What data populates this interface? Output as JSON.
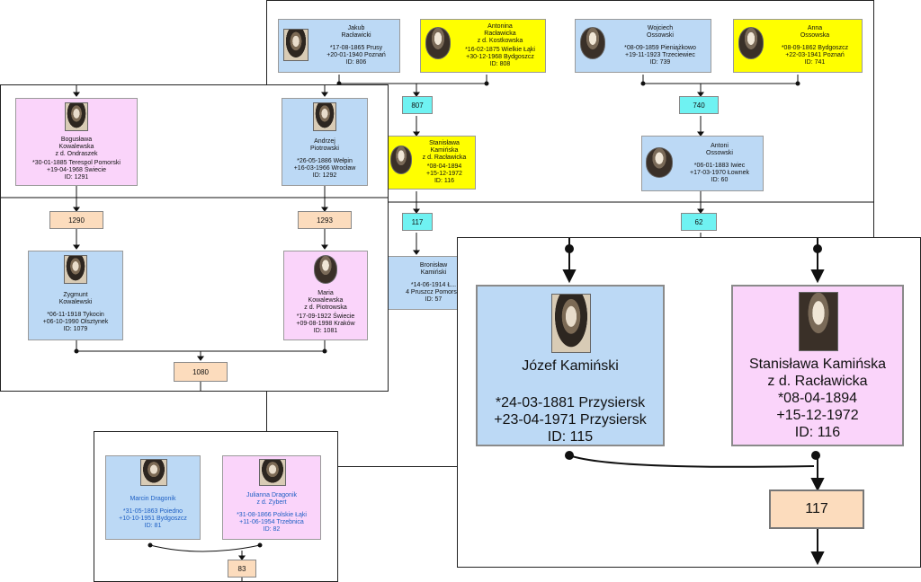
{
  "panel_top": {
    "people": {
      "jakub": {
        "name": "Jakub\nRacławicki",
        "dates": "*17-08-1865 Prusy\n+20-01-1940 Poznań\nID: 806"
      },
      "antonina": {
        "name": "Antonina\nRacławicka\nz d. Kostkowska",
        "dates": "*16-02-1875 Wielkie Łąki\n+30-12-1968 Bydgoszcz\nID: 808"
      },
      "wojciech": {
        "name": "Wojciech\nOssowski",
        "dates": "*08-09-1859 Pieniążkowo\n+19-11-1923 Trzeciewiec\nID: 739"
      },
      "anna": {
        "name": "Anna\nOssowska",
        "dates": "*08-09-1862 Bydgoszcz\n+22-03-1941 Poznań\nID: 741"
      },
      "stanislawa": {
        "name": "Stanisława\nKamińska\nz d. Racławicka",
        "dates": "*08-04-1894\n+15-12-1972\nID: 116"
      },
      "antoni": {
        "name": "Antoni\nOssowski",
        "dates": "*06-01-1883 Iwiec\n+17-03-1970 Łownek\nID: 60"
      },
      "bronislaw": {
        "name": "Bronisław\nKamiński",
        "dates": "*14-06-1914 Ł...\n4 Pruszcz Pomorski\nID: 57"
      }
    },
    "families": {
      "f807": "807",
      "f740": "740",
      "f117": "117",
      "f62": "62"
    }
  },
  "panel_left": {
    "people": {
      "boguslawa": {
        "name": "Bogusława\nKowalewska\nz d. Ondraszek",
        "dates": "*30-01-1885 Terespol Pomorski\n+19-04-1968 Świecie\nID: 1291"
      },
      "andrzej": {
        "name": "Andrzej\nPiotrowski",
        "dates": "*26-05-1886 Wełpin\n+16-03-1966 Wrocław\nID: 1292"
      },
      "zygmunt": {
        "name": "Zygmunt\nKowalewski",
        "dates": "*06-11-1918 Tykocin\n+06-10-1990 Olsztynek\nID: 1079"
      },
      "maria": {
        "name": "Maria\nKowalewska\nz d. Piotrowska",
        "dates": "*17-09-1922 Świecie\n+09-08-1998 Kraków\nID: 1081"
      }
    },
    "families": {
      "f1290": "1290",
      "f1293": "1293",
      "f1080": "1080"
    }
  },
  "panel_bottom_left": {
    "people": {
      "marcin": {
        "name": "Marcin Dragonik",
        "dates": "*31-05-1863 Poiedno\n+10-10-1951 Bydgoszcz\nID: 81"
      },
      "julianna": {
        "name": "Julianna Dragonik\nz d. Zybert",
        "dates": "*31-08-1866 Polskie Łąki\n+11-06-1954 Trzebnica\nID: 82"
      }
    },
    "families": {
      "f83": "83"
    }
  },
  "panel_zoom": {
    "people": {
      "jozef": {
        "name": "Józef Kamiński",
        "dates": "*24-03-1881 Przysiersk\n+23-04-1971 Przysiersk\nID: 115"
      },
      "stanislawa": {
        "name": "Stanisława Kamińska\nz d. Racławicka",
        "dates": "*08-04-1894\n+15-12-1972\nID: 116"
      }
    },
    "families": {
      "f117": "117"
    }
  },
  "colors": {
    "male": "#bcd9f5",
    "female": "#fad4fa",
    "ancestor_highlight": "#ffff00",
    "family_id_cyan": "#6ff2f2",
    "family_id_peach": "#fcdcbd",
    "bottom_panel_text": "#1d5fc4"
  }
}
